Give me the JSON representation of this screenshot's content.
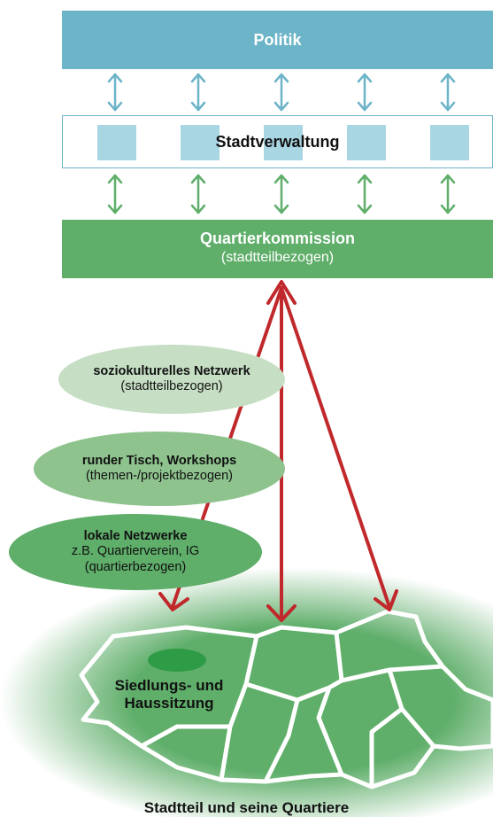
{
  "politik": "Politik",
  "stadtverwaltung": "Stadtverwaltung",
  "quartierkommission": {
    "title": "Quartierkommission",
    "subtitle": "(stadtteilbezogen)"
  },
  "networks": [
    {
      "title": "soziokulturelles Netzwerk",
      "lines": [
        "(stadtteilbezogen)"
      ]
    },
    {
      "title": "runder Tisch, Workshops",
      "lines": [
        "(themen-/projektbezogen)"
      ]
    },
    {
      "title": "lokale Netzwerke",
      "lines": [
        "z.B. Quartierverein, IG",
        "(quartierbezogen)"
      ]
    }
  ],
  "siedlung": "Siedlungs- und Haussitzung",
  "footer": "Stadtteil und seine Quartiere",
  "colors": {
    "politik": "#6cb4c8",
    "verwaltung_squares": "#a9d6e3",
    "quartierkommission": "#5fae6a",
    "arrows_red": "#c0282b",
    "arrows_blue": "#6cb4c8",
    "arrows_green": "#5fae6a"
  }
}
